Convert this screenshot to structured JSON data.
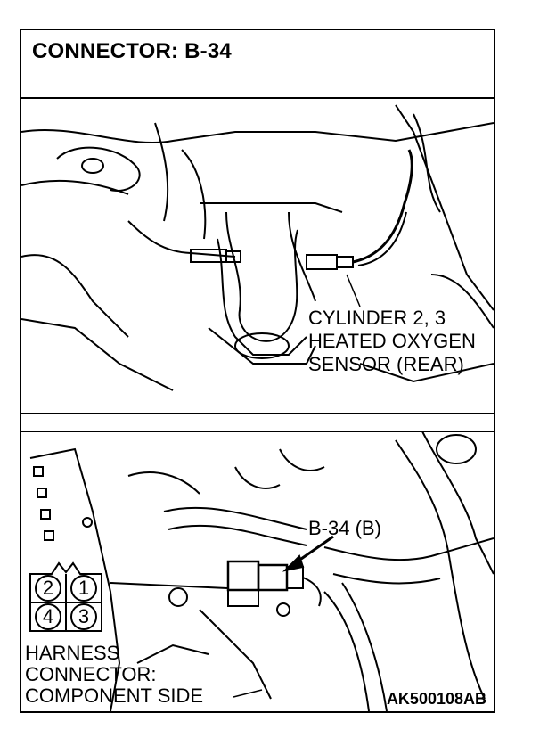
{
  "title": "CONNECTOR: B-34",
  "sensor_label": [
    "CYLINDER 2, 3",
    "HEATED OXYGEN",
    "SENSOR (REAR)"
  ],
  "connector_callout": "B-34 (B)",
  "pin_numbers": [
    "2",
    "1",
    "4",
    "3"
  ],
  "harness_label": [
    "HARNESS",
    "CONNECTOR:",
    "COMPONENT SIDE"
  ],
  "figure_code": "AK500108AB"
}
